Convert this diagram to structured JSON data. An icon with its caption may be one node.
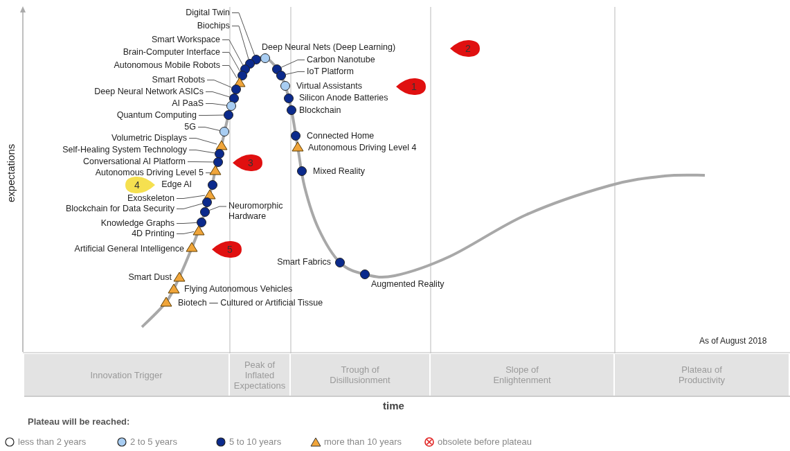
{
  "diagram": {
    "nodes": [
      {
        "text": [
          "Digital Twin"
        ]
      },
      {
        "text": [
          "Biochips"
        ]
      },
      {
        "text": [
          "Smart Workspace"
        ]
      },
      {
        "text": [
          "Brain-Computer Interface"
        ]
      },
      {
        "text": [
          "Autonomous Mobile Robots"
        ]
      },
      {
        "text": [
          "Smart Robots"
        ]
      },
      {
        "text": [
          "Deep Neural Network ASICs"
        ]
      },
      {
        "text": [
          "AI PaaS"
        ]
      },
      {
        "text": [
          "Quantum Computing"
        ]
      },
      {
        "text": [
          "5G"
        ]
      },
      {
        "text": [
          "Volumetric Displays"
        ]
      },
      {
        "text": [
          "Self-Healing System Technology"
        ]
      },
      {
        "text": [
          "Conversational AI Platform"
        ]
      },
      {
        "text": [
          "Autonomous Driving Level 5"
        ]
      },
      {
        "text": [
          "Edge AI"
        ]
      },
      {
        "text": [
          "Exoskeleton"
        ]
      },
      {
        "text": [
          "Blockchain for Data Security"
        ]
      },
      {
        "text": [
          "Neuromorphic Hardware"
        ]
      },
      {
        "text": [
          "Knowledge Graphs"
        ]
      },
      {
        "text": [
          "4D Printing"
        ]
      },
      {
        "text": [
          "Artificial General Intelligence"
        ]
      },
      {
        "text": [
          "Smart Dust"
        ]
      },
      {
        "text": [
          "Flying Autonomous Vehicles"
        ]
      },
      {
        "text": [
          "Biotech — Cultured or Artificial Tissue"
        ]
      },
      {
        "text": [
          "Deep Neural Nets (Deep Learning)"
        ]
      },
      {
        "text": [
          "Carbon Nanotube"
        ]
      },
      {
        "text": [
          "IoT Platform"
        ]
      },
      {
        "text": [
          "Virtual Assistants"
        ]
      },
      {
        "text": [
          "Silicon Anode Batteries"
        ]
      },
      {
        "text": [
          "Blockchain"
        ]
      },
      {
        "text": [
          "Connected Home"
        ]
      },
      {
        "text": [
          "Autonomous Driving Level 4"
        ]
      },
      {
        "text": [
          "Mixed Reality"
        ]
      },
      {
        "text": [
          "Smart Fabrics"
        ]
      },
      {
        "text": [
          "Augmented Reality"
        ]
      },
      {
        "text": [],
        "shape": "circle"
      },
      {
        "text": [],
        "shape": "circle"
      },
      {
        "text": [],
        "shape": "circle"
      },
      {
        "text": [],
        "shape": "circle"
      },
      {
        "text": [],
        "shape": "triangle"
      },
      {
        "text": [],
        "shape": "circle"
      },
      {
        "text": [],
        "shape": "circle"
      },
      {
        "text": [],
        "shape": "circle"
      },
      {
        "text": [],
        "shape": "circle"
      },
      {
        "text": [],
        "shape": "circle"
      },
      {
        "text": [],
        "shape": "triangle"
      },
      {
        "text": [],
        "shape": "circle"
      },
      {
        "text": [],
        "shape": "circle"
      },
      {
        "text": [],
        "shape": "triangle"
      },
      {
        "text": [],
        "shape": "triangle"
      },
      {
        "text": [],
        "shape": "circle"
      },
      {
        "text": [],
        "shape": "circle"
      },
      {
        "text": [],
        "shape": "circle"
      },
      {
        "text": [],
        "shape": "triangle"
      },
      {
        "text": [],
        "shape": "circle"
      },
      {
        "text": [],
        "shape": "circle"
      },
      {
        "text": [
          "2"
        ]
      },
      {
        "text": [
          "1"
        ]
      },
      {
        "text": [
          "3"
        ]
      },
      {
        "text": [
          "4"
        ]
      },
      {
        "text": [
          "5"
        ]
      },
      {
        "text": [
          "Innovation Trigger"
        ]
      },
      {
        "text": [
          "Peak of Inflated Expectations"
        ]
      },
      {
        "text": [
          "Trough of Disillusionment"
        ]
      },
      {
        "text": [
          "Slope of Enlightenment"
        ]
      },
      {
        "text": [
          "Plateau of Productivity"
        ]
      },
      {
        "text": [],
        "shape": "circle"
      },
      {
        "text": [],
        "shape": "triangle"
      },
      {
        "text": [],
        "shape": "triangle"
      },
      {
        "text": [],
        "shape": "triangle"
      },
      {
        "text": [],
        "shape": "triangle"
      },
      {
        "text": [],
        "shape": "circle"
      },
      {
        "text": [],
        "shape": "circle"
      },
      {
        "text": [],
        "shape": "circle"
      },
      {
        "text": [],
        "shape": "circle"
      },
      {
        "text": [],
        "shape": "circle"
      },
      {
        "text": [],
        "shape": "triangle"
      },
      {
        "text": [],
        "shape": "circle"
      },
      {
        "text": [],
        "shape": "circle"
      },
      {
        "text": [],
        "shape": "circle"
      }
    ],
    "edges": [
      {
        "from": 0,
        "to": 35,
        "arrow": "none"
      },
      {
        "from": 1,
        "to": 36,
        "arrow": "none"
      },
      {
        "from": 2,
        "to": 37,
        "arrow": "none"
      },
      {
        "from": 3,
        "to": 38,
        "arrow": "none"
      },
      {
        "from": 4,
        "to": 39,
        "arrow": "none"
      },
      {
        "from": 5,
        "to": 40,
        "arrow": "none"
      },
      {
        "from": 6,
        "to": 41,
        "arrow": "none"
      },
      {
        "from": 7,
        "to": 42,
        "arrow": "none"
      },
      {
        "from": 8,
        "to": 43,
        "arrow": "none"
      },
      {
        "from": 9,
        "to": 44,
        "arrow": "none"
      },
      {
        "from": 10,
        "to": 45,
        "arrow": "none"
      },
      {
        "from": 11,
        "to": 46,
        "arrow": "none"
      },
      {
        "from": 12,
        "to": 47,
        "arrow": "none"
      },
      {
        "from": 13,
        "to": 48,
        "arrow": "none"
      },
      {
        "from": 15,
        "to": 49,
        "arrow": "none"
      },
      {
        "from": 16,
        "to": 50,
        "arrow": "none"
      },
      {
        "from": 17,
        "to": 51,
        "arrow": "none"
      },
      {
        "from": 18,
        "to": 52,
        "arrow": "none"
      },
      {
        "from": 19,
        "to": 53,
        "arrow": "none"
      },
      {
        "from": 25,
        "to": 54,
        "arrow": "none"
      },
      {
        "from": 26,
        "to": 55,
        "arrow": "none"
      }
    ],
    "labels": [
      "expectations",
      "As of August 2018",
      "time",
      "Plateau will be reached:"
    ],
    "legend": [
      {
        "text": "less than 2 years"
      },
      {
        "text": "2 to 5 years"
      },
      {
        "text": "5 to 10 years"
      },
      {
        "text": "more than 10 years"
      },
      {
        "text": "obsolete before plateau"
      }
    ]
  }
}
